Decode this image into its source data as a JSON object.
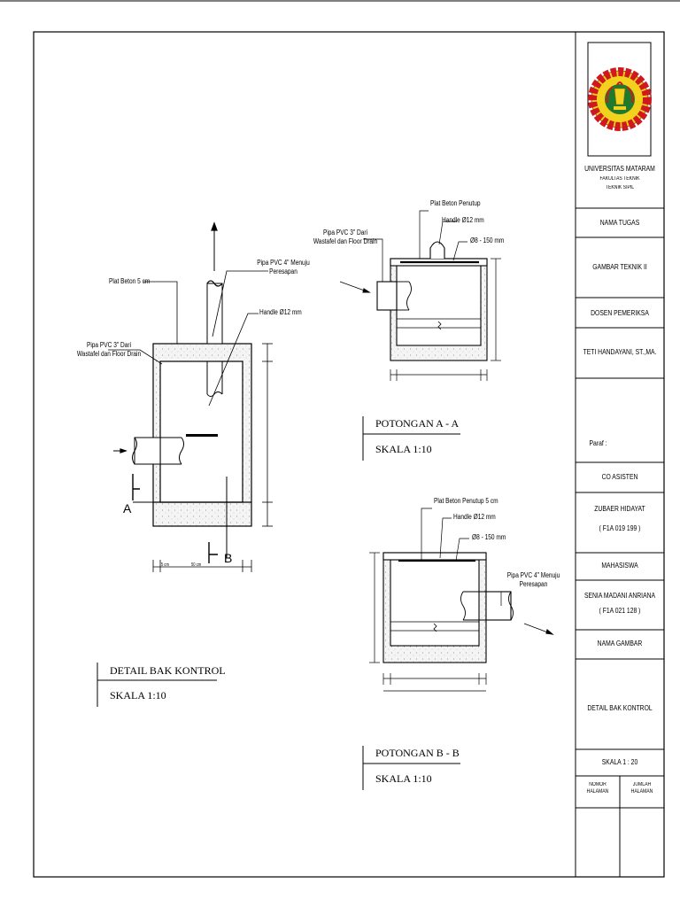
{
  "plan": {
    "title": "DETAIL BAK KONTROL",
    "scale": "SKALA 1:10",
    "labels": {
      "plat_beton": "Plat Beton 5 cm",
      "pipe_out": "Pipa PVC 4\" Menuju Peresapan",
      "handle": "Handle Ø12 mm",
      "pipe_in": "Pipa PVC 3\" Dari Wastafel dan Floor Drain",
      "section_a": "A",
      "section_b": "B",
      "dim_5": "5 cm",
      "dim_50": "50 cm"
    }
  },
  "section_aa": {
    "title": "POTONGAN A - A",
    "scale": "SKALA 1:10",
    "labels": {
      "plat_beton": "Plat Beton Penutup",
      "handle": "Handle Ø12 mm",
      "rebar": "Ø8 - 150 mm",
      "pipe_in": "Pipa PVC 3\" Dari Wastafel dan Floor Drain"
    }
  },
  "section_bb": {
    "title": "POTONGAN B - B",
    "scale": "SKALA 1:10",
    "labels": {
      "plat_beton": "Plat Beton Penutup 5 cm",
      "handle": "Handle Ø12 mm",
      "rebar": "Ø8 - 150 mm",
      "pipe_out": "Pipa PVC 4\" Menuju Peresapan"
    }
  },
  "title_block": {
    "logo_text": "UNIVERSITAS MATARAM",
    "university": "UNIVERSITAS MATARAM",
    "faculty": "FAKULTAS TEKNIK",
    "department": "TEKNIK SIPIL",
    "task_label": "NAMA TUGAS",
    "task_value": "GAMBAR TEKNIK II",
    "lecturer_label": "DOSEN PEMERIKSA",
    "lecturer_value": "TETI HANDAYANI, ST.,MA.",
    "paraf": "Paraf :",
    "assistant_label": "CO ASISTEN",
    "assistant_name": "ZUBAER HIDAYAT",
    "assistant_id": "( F1A 019 199 )",
    "student_label": "MAHASISWA",
    "student_name": "SENIA MADANI ANRIANA",
    "student_id": "( F1A 021 128 )",
    "drawing_label": "NAMA GAMBAR",
    "drawing_value": "DETAIL BAK KONTROL",
    "scale": "SKALA 1 : 20",
    "page_no_label": "NOMOR HALAMAN",
    "page_total_label": "JUMLAH HALAMAN"
  },
  "colors": {
    "logo_red": "#d0191e",
    "logo_yellow": "#f2d21c",
    "logo_green": "#1f7a2e"
  }
}
